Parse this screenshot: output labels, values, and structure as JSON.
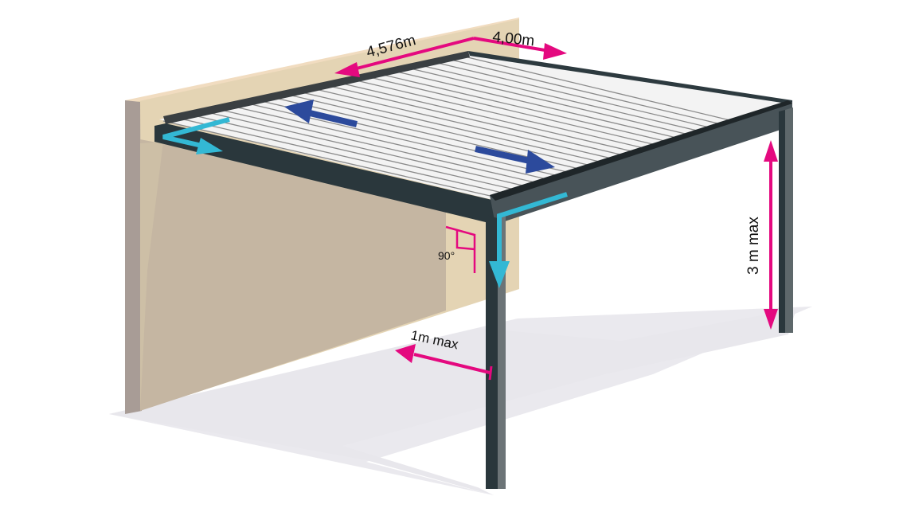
{
  "diagram": {
    "subject": "Bioclimatic pergola attached to a wall",
    "colors": {
      "dimension_arrow": "#e4097f",
      "flow_arrow_cyan": "#33b8d4",
      "slat_direction_arrow": "#2c4a9c",
      "frame": "#2d3a3f",
      "wall_face": "#e4d4b4",
      "wall_shadow": "#c5b6a2",
      "ground_shadow": "#e8e7ec"
    },
    "dimensions": {
      "width": "4,576m",
      "depth": "4,00m",
      "height": "3 m max",
      "post_offset": "1m max",
      "angle": "90°"
    }
  }
}
